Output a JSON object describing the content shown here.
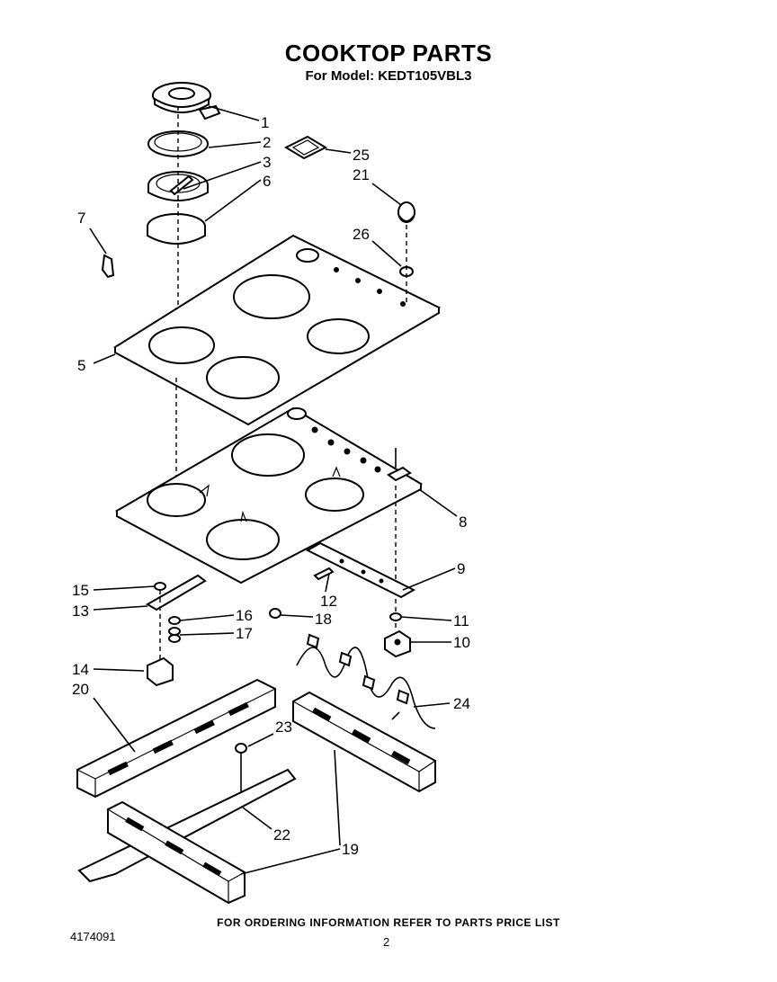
{
  "header": {
    "title": "COOKTOP PARTS",
    "subtitle": "For Model: KEDT105VBL3"
  },
  "callouts": [
    "1",
    "2",
    "3",
    "6",
    "7",
    "25",
    "21",
    "26",
    "5",
    "8",
    "9",
    "12",
    "15",
    "13",
    "16",
    "18",
    "17",
    "11",
    "10",
    "14",
    "20",
    "23",
    "24",
    "22",
    "19"
  ],
  "footer": {
    "note": "FOR ORDERING INFORMATION REFER TO PARTS PRICE LIST",
    "doc_number": "4174091",
    "page_number": "2"
  }
}
